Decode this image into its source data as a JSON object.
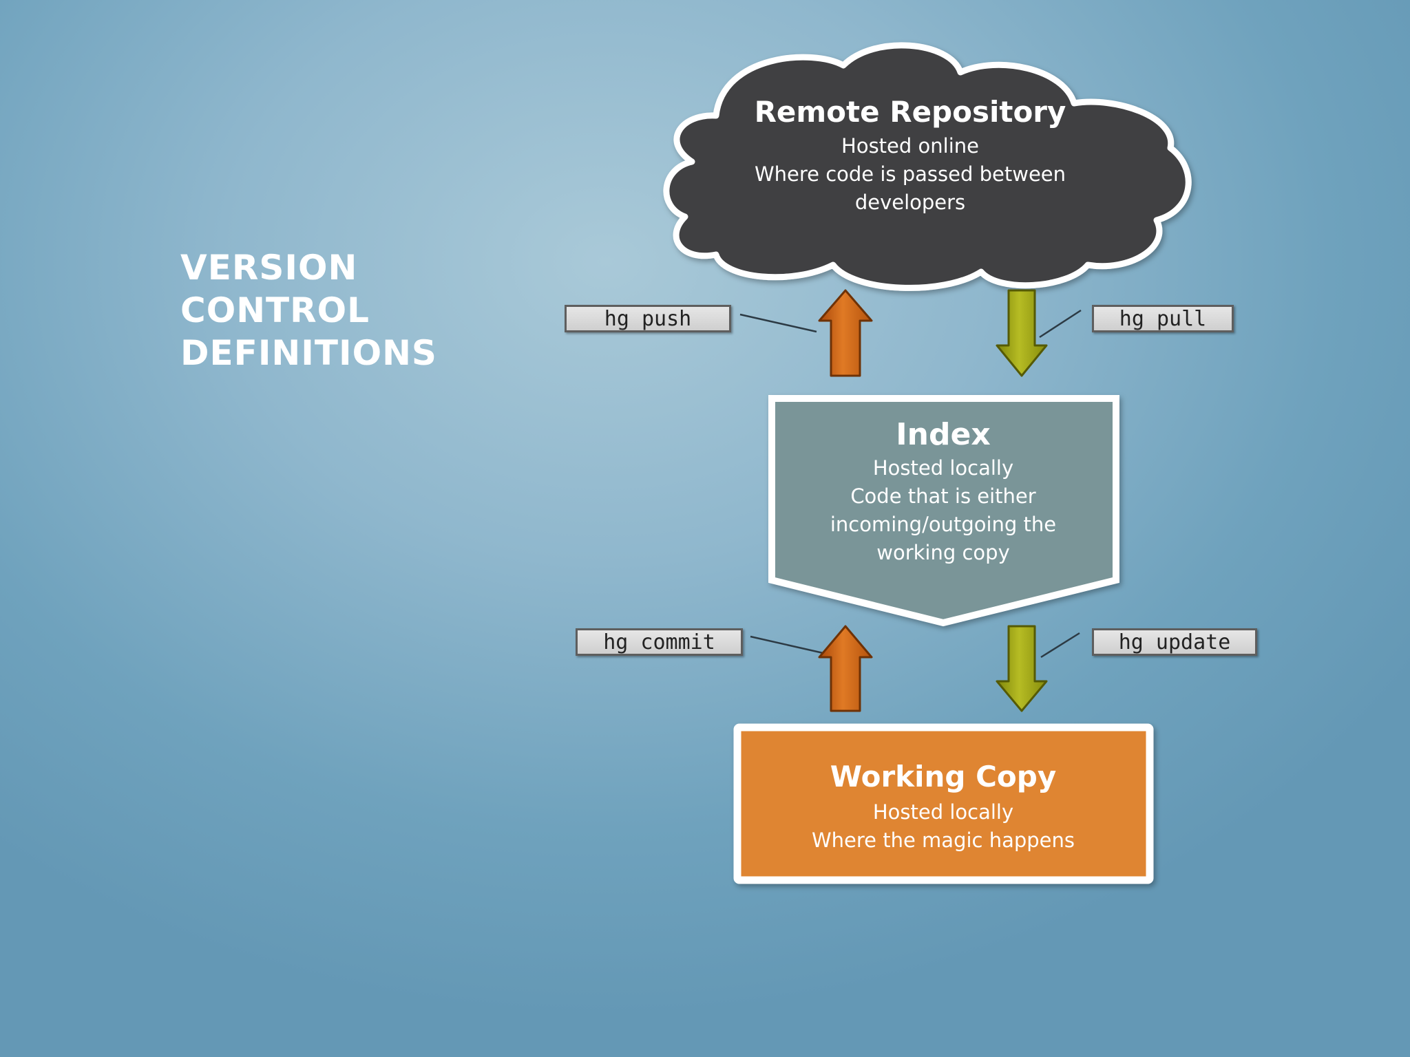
{
  "slide": {
    "title_lines": [
      "VERSION",
      "CONTROL",
      "DEFINITIONS"
    ]
  },
  "nodes": {
    "remote": {
      "title": "Remote Repository",
      "lines": [
        "Hosted online",
        "Where code is passed between",
        "developers"
      ]
    },
    "index": {
      "title": "Index",
      "lines": [
        "Hosted locally",
        "Code that is either",
        "incoming/outgoing the",
        "working copy"
      ]
    },
    "working": {
      "title": "Working Copy",
      "lines": [
        "Hosted locally",
        "Where the magic happens"
      ]
    }
  },
  "commands": {
    "push": "hg push",
    "pull": "hg pull",
    "commit": "hg commit",
    "update": "hg update"
  },
  "colors": {
    "cloud_fill": "#404042",
    "index_fill": "#7a9598",
    "working_fill": "#df8532",
    "up_arrow": "#d06612",
    "down_arrow": "#a3a814"
  },
  "icons": {
    "push_arrow": "arrow-up-icon",
    "pull_arrow": "arrow-down-icon",
    "commit_arrow": "arrow-up-icon",
    "update_arrow": "arrow-down-icon"
  }
}
